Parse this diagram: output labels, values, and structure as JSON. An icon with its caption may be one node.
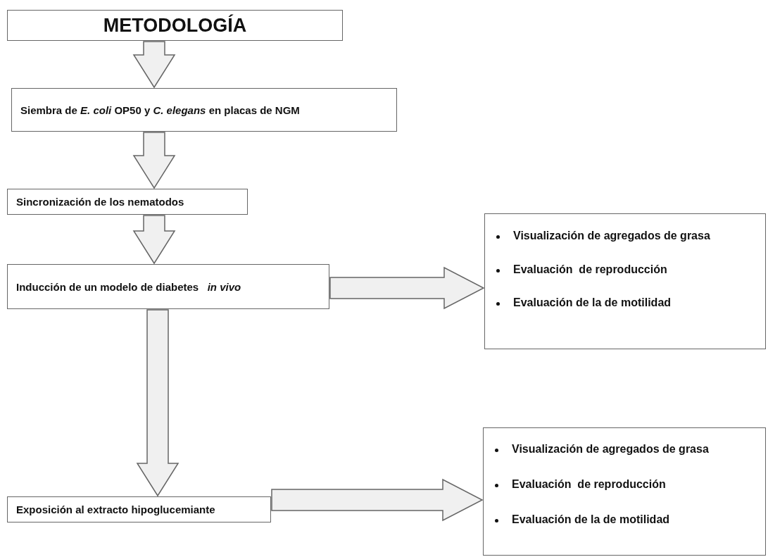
{
  "diagram": {
    "nodes": [
      {
        "text": [
          "METODOLOGÍA"
        ]
      },
      {
        "text": [
          "Siembra de *E. coli* OP50 y *C. elegans* en placas de NGM"
        ]
      },
      {
        "text": [
          "Sincronización de los nematodos"
        ]
      },
      {
        "text": [
          "Inducción de un modelo de diabetes   *in vivo*"
        ]
      },
      {
        "text": [
          "Visualización de agregados de grasa",
          "Evaluación  de reproducción",
          "Evaluación de la de motilidad"
        ]
      },
      {
        "text": [
          "Exposición al extracto hipoglucemiante"
        ]
      },
      {
        "text": [
          "Visualización de agregados de grasa",
          "Evaluación  de reproducción",
          "Evaluación de la de motilidad"
        ]
      }
    ],
    "edges": [
      {
        "from": 0,
        "to": 1,
        "arrow": "to"
      },
      {
        "from": 1,
        "to": 2,
        "arrow": "to"
      },
      {
        "from": 2,
        "to": 3,
        "arrow": "to"
      },
      {
        "from": 3,
        "to": 4,
        "arrow": "to"
      },
      {
        "from": 3,
        "to": 5,
        "arrow": "to"
      },
      {
        "from": 5,
        "to": 6,
        "arrow": "to"
      }
    ]
  }
}
